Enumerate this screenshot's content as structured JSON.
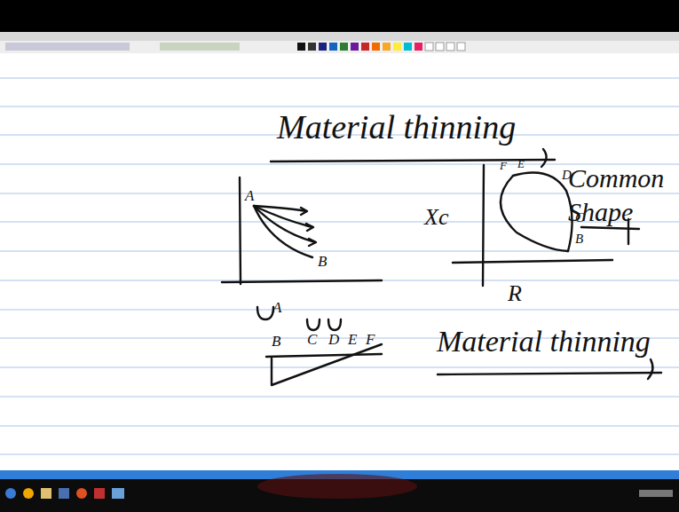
{
  "diagram": {
    "title": "Material thinning",
    "labels": [
      "A",
      "B",
      "Xc",
      "R",
      "F",
      "E",
      "D",
      "C",
      "B",
      "Common Shape",
      "A",
      "B",
      "C",
      "D",
      "E",
      "F",
      "Material thinning"
    ]
  }
}
